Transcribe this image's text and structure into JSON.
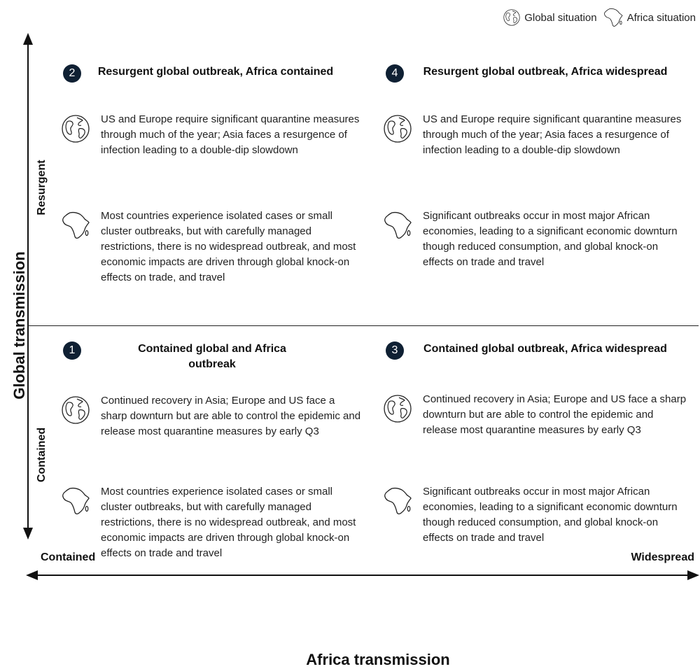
{
  "legend": {
    "global": "Global situation",
    "africa": "Africa situation"
  },
  "axes": {
    "y_label": "Global transmission",
    "x_label": "Africa transmission",
    "y_top": "Resurgent",
    "y_bottom": "Contained",
    "x_left": "Contained",
    "x_right": "Widespread"
  },
  "quadrants": [
    {
      "number": "2",
      "title": "Resurgent global outbreak, Africa contained",
      "global_text": "US and Europe require significant quarantine measures through much of the year; Asia faces a resurgence of infection leading to a double-dip slowdown",
      "africa_text": "Most countries experience isolated cases or small cluster outbreaks, but with carefully managed restrictions, there is no widespread outbreak, and most economic impacts are driven through global knock-on effects on trade, and travel"
    },
    {
      "number": "4",
      "title": "Resurgent global outbreak, Africa widespread",
      "global_text": "US and Europe require significant quarantine measures through much of the year; Asia faces a resurgence of infection leading to a double-dip slowdown",
      "africa_text": "Significant outbreaks occur in most major African economies, leading to a significant economic downturn though reduced consumption, and global knock-on effects on trade and travel"
    },
    {
      "number": "1",
      "title": "Contained global and Africa outbreak",
      "global_text": "Continued recovery in Asia; Europe and US face a sharp downturn but are able to control the epidemic and release most quarantine measures by early Q3",
      "africa_text": "Most countries experience isolated cases or small cluster outbreaks, but with carefully managed restrictions, there is no widespread outbreak, and most economic impacts are driven through global knock-on effects on trade and travel"
    },
    {
      "number": "3",
      "title": "Contained global outbreak, Africa widespread",
      "global_text": "Continued recovery in Asia; Europe and US face a sharp downturn but are able to control the epidemic and release most quarantine measures by early Q3",
      "africa_text": "Significant outbreaks occur in most major African economies, leading to a significant economic downturn though reduced consumption, and global knock-on effects on trade and travel"
    }
  ],
  "icons": {
    "global": "globe-icon",
    "africa": "africa-map-icon"
  },
  "colors": {
    "badge": "#0f2033",
    "text": "#222222"
  }
}
